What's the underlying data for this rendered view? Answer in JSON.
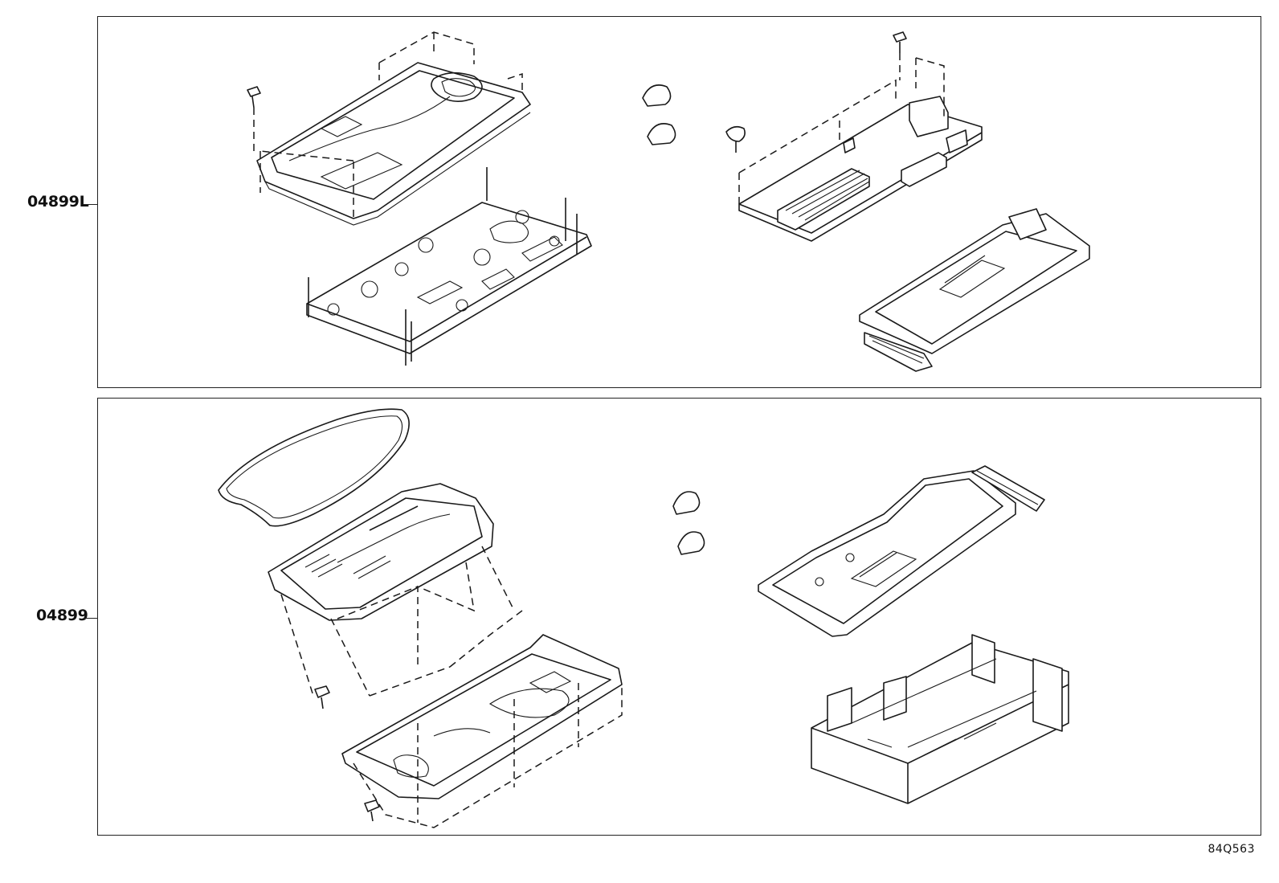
{
  "diagram": {
    "callouts": [
      {
        "id": "top",
        "label": "04899L"
      },
      {
        "id": "bottom",
        "label": "04899"
      }
    ],
    "reference_code": "84Q563"
  }
}
